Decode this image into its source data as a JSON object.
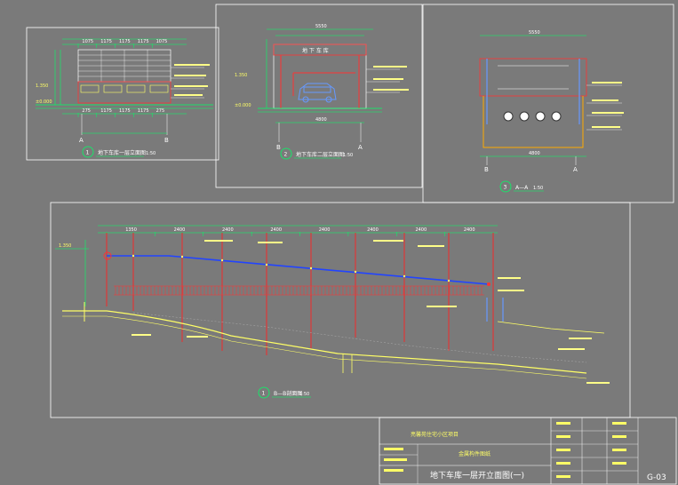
{
  "drawing": {
    "views": [
      {
        "id": "view1",
        "badge": "1",
        "caption": "地下车库一层立面图",
        "scale": "1:50",
        "grid_left": "A",
        "grid_right": "B",
        "dims_top": [
          "1075",
          "1175",
          "1175",
          "1175",
          "1075"
        ],
        "dims_bottom": [
          "275",
          "1175",
          "1175",
          "1175",
          "275"
        ],
        "level_left": "1.350",
        "level_right": "±0.000"
      },
      {
        "id": "view2",
        "badge": "2",
        "caption": "地下车库二层立面图",
        "scale": "1:50",
        "grid_left": "B",
        "grid_right": "A",
        "dims_top": [
          "5550"
        ],
        "dims_bottom": [
          "4800"
        ],
        "level_left": "1.350",
        "level_right": "±0.000",
        "signage": "地 下 车 库"
      },
      {
        "id": "view3",
        "badge": "3",
        "caption": "A—A",
        "scale": "1:50",
        "grid_left": "B",
        "grid_right": "A",
        "dims_top": [
          "5550"
        ],
        "dims_bottom": [
          "4800"
        ]
      },
      {
        "id": "view4",
        "badge": "1",
        "caption": "B—B剖面图",
        "scale": "1:50",
        "dims_top": [
          "1350",
          "2400",
          "2400",
          "2400",
          "2400",
          "2400",
          "2400",
          "2400"
        ],
        "level_left": "1.350"
      }
    ]
  },
  "title_block": {
    "project": "亮馨苑住宅小区项目",
    "sheet_group": "金属构件图纸",
    "drawing_title": "地下车库一层开立面图(一)",
    "sheet_no": "G-03"
  }
}
